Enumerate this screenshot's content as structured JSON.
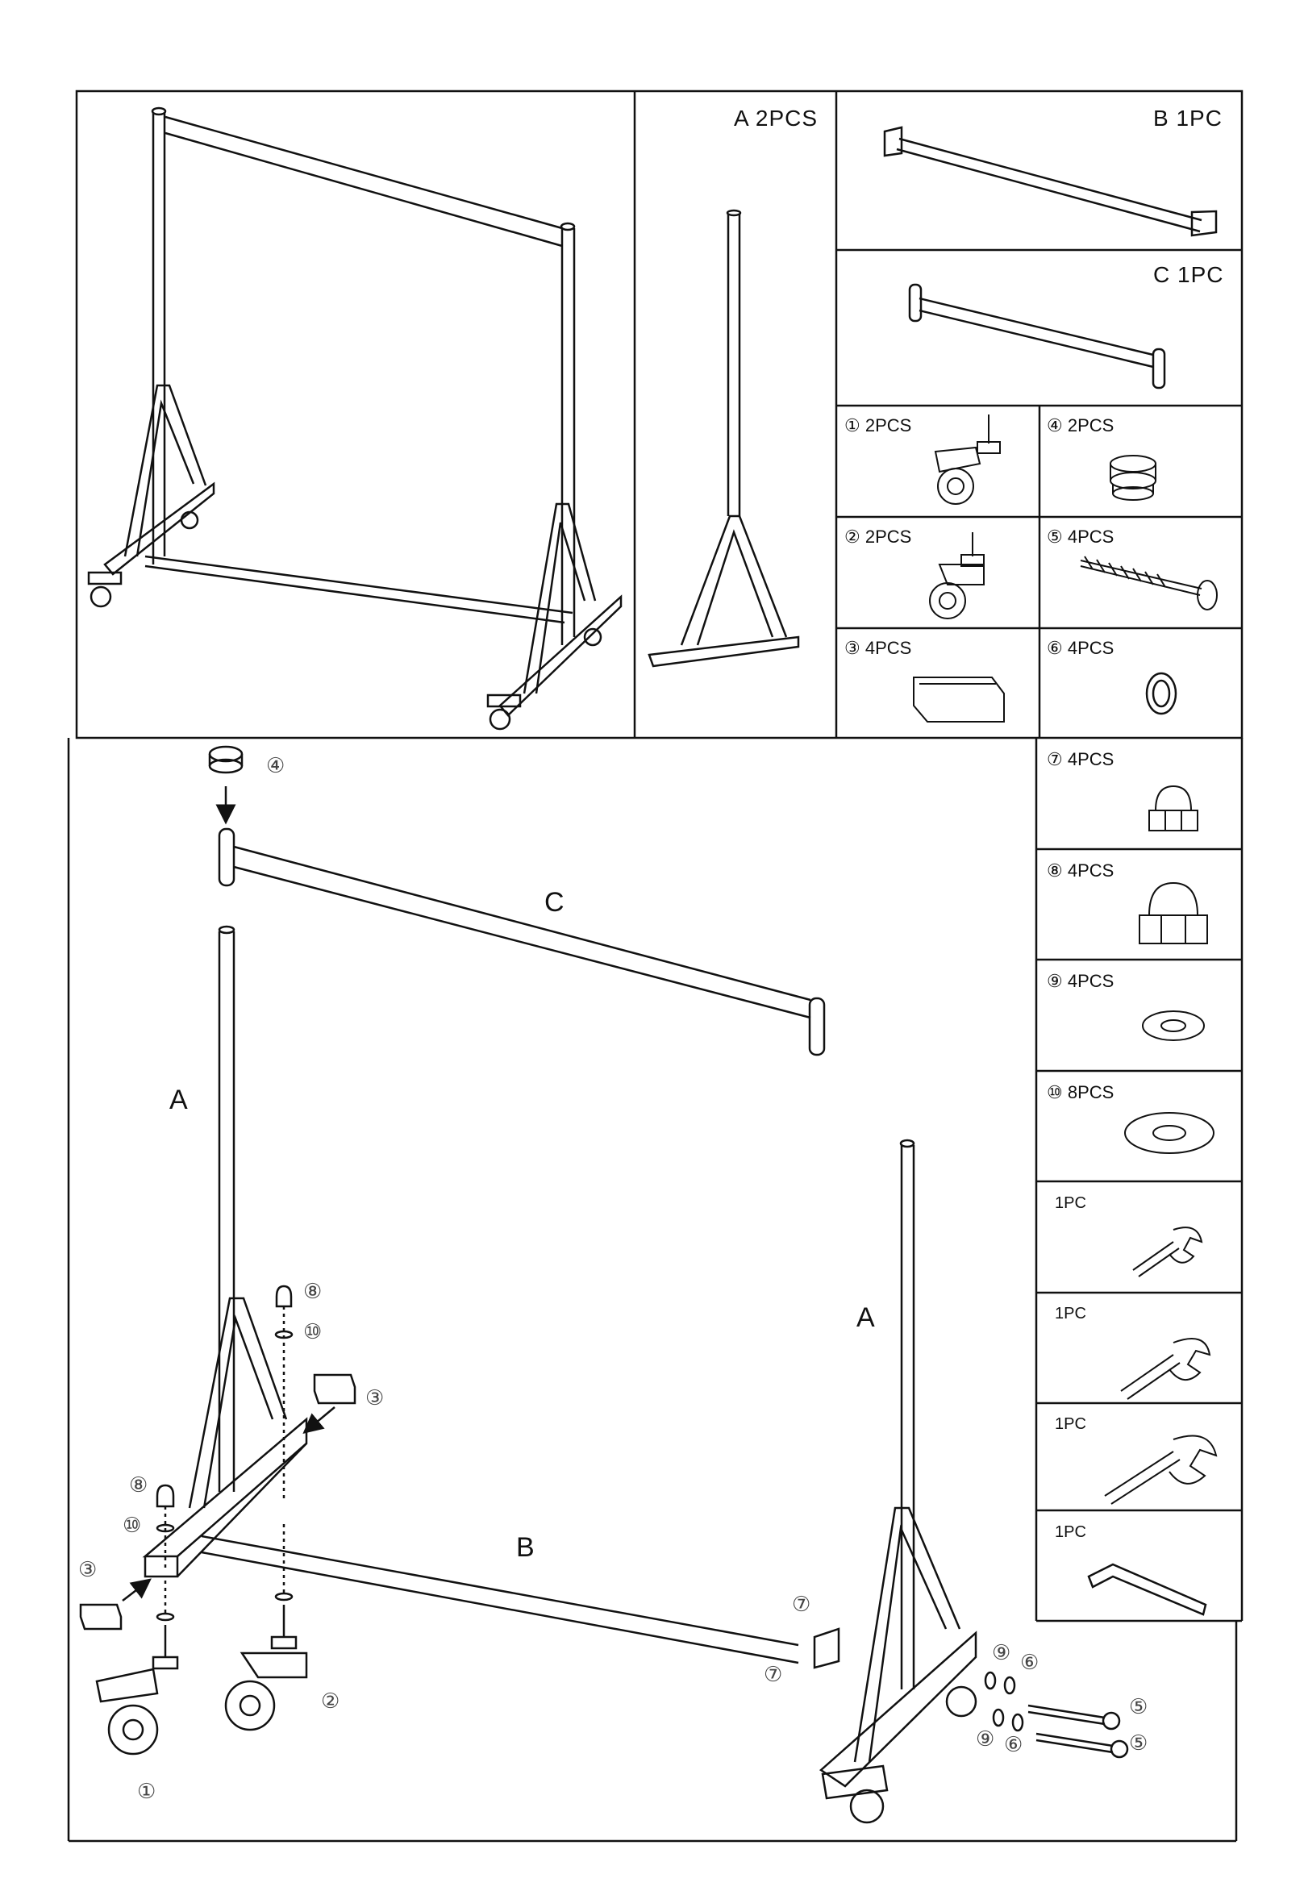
{
  "header_parts": {
    "a": "A  2PCS",
    "b": "B  1PC",
    "c": "C  1PC"
  },
  "hardware": {
    "h1": "① 2PCS",
    "h2": "② 2PCS",
    "h3": "③ 4PCS",
    "h4": "④ 2PCS",
    "h5": "⑤ 4PCS",
    "h6": "⑥ 4PCS",
    "h7": "⑦ 4PCS",
    "h8": "⑧ 4PCS",
    "h9": "⑨ 4PCS",
    "h10": "⑩ 8PCS",
    "w1": "1PC",
    "w2": "1PC",
    "w3": "1PC",
    "w4": "1PC"
  },
  "assembly": {
    "A": "A",
    "B": "B",
    "C": "C",
    "n1": "①",
    "n2": "②",
    "n3": "③",
    "n4": "④",
    "n5": "⑤",
    "n6": "⑥",
    "n7": "⑦",
    "n8": "⑧",
    "n9": "⑨",
    "n10": "⑩"
  }
}
